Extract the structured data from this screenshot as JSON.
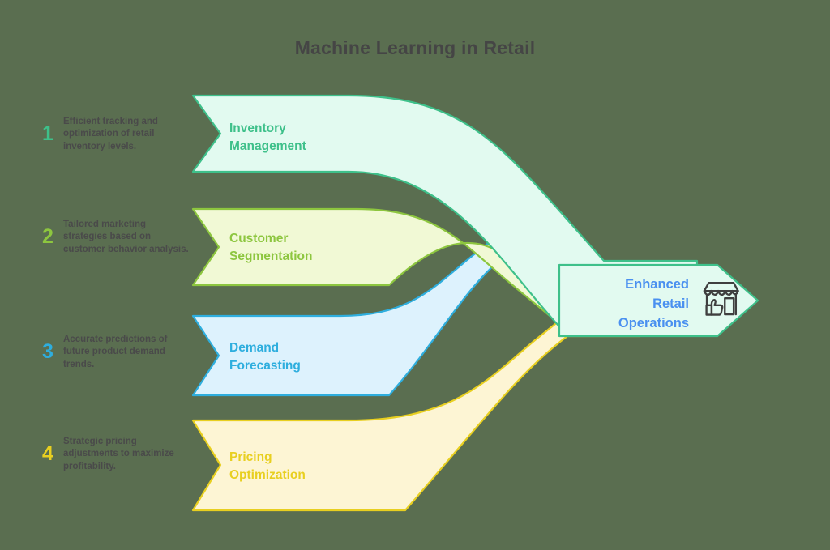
{
  "diagram": {
    "title": "Machine Learning in Retail",
    "title_color": "#454545",
    "background_color": "#5a6e50",
    "steps": [
      {
        "number": "1",
        "description": "Efficient tracking and optimization of retail inventory levels.",
        "label": "Inventory Management",
        "label_line1": "Inventory",
        "label_line2": "Management",
        "accent_color": "#3ec08a",
        "fill_color": "#e2faf0",
        "number_color": "#3ec08a"
      },
      {
        "number": "2",
        "description": "Tailored marketing strategies based on customer behavior analysis.",
        "label": "Customer Segmentation",
        "label_line1": "Customer",
        "label_line2": "Segmentation",
        "accent_color": "#8dc63f",
        "fill_color": "#f1f9d5",
        "number_color": "#8dc63f"
      },
      {
        "number": "3",
        "description": "Accurate predictions of future product demand trends.",
        "label": "Demand Forecasting",
        "label_line1": "Demand",
        "label_line2": "Forecasting",
        "accent_color": "#2eaede",
        "fill_color": "#ddf2fd",
        "number_color": "#2eaede"
      },
      {
        "number": "4",
        "description": "Strategic pricing adjustments to maximize profitability.",
        "label": "Pricing Optimization",
        "label_line1": "Pricing",
        "label_line2": "Optimization",
        "accent_color": "#e8cf20",
        "fill_color": "#fdf5d4",
        "number_color": "#e8cf20"
      }
    ],
    "outcome": {
      "label": "Enhanced Retail Operations",
      "label_line1": "Enhanced",
      "label_line2": "Retail",
      "label_line3": "Operations",
      "text_color": "#4a90f0",
      "fill_color": "#e2faf0",
      "accent_color": "#3ec08a",
      "icon": "storefront-thumbs-up-icon"
    }
  }
}
